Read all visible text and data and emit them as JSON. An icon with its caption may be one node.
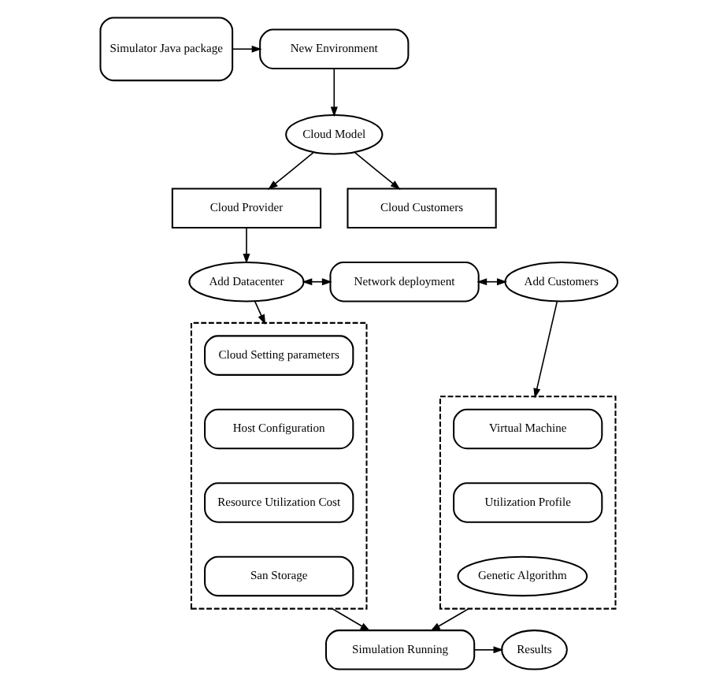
{
  "diagram": {
    "nodes": [
      {
        "text": [
          "Simulator Java package"
        ]
      },
      {
        "text": [
          "New Environment"
        ]
      },
      {
        "text": [
          "Cloud Model"
        ]
      },
      {
        "text": [
          "Cloud Provider"
        ]
      },
      {
        "text": [
          "Cloud Customers"
        ]
      },
      {
        "text": [
          "Add Datacenter"
        ]
      },
      {
        "text": [
          "Network deployment"
        ]
      },
      {
        "text": [
          "Add Customers"
        ]
      },
      {
        "text": [],
        "shape": "box"
      },
      {
        "text": [
          "Cloud Setting parameters"
        ],
        "in": 8
      },
      {
        "text": [
          "Host Configuration"
        ],
        "in": 8
      },
      {
        "text": [
          "Resource Utilization Cost"
        ],
        "in": 8
      },
      {
        "text": [
          "San Storage"
        ],
        "in": 8
      },
      {
        "text": [],
        "shape": "box"
      },
      {
        "text": [
          "Virtual Machine"
        ],
        "in": 13
      },
      {
        "text": [
          "Utilization Profile"
        ],
        "in": 13
      },
      {
        "text": [
          "Genetic Algorithm"
        ],
        "in": 13
      },
      {
        "text": [
          "Simulation Running"
        ]
      },
      {
        "text": [
          "Results"
        ]
      }
    ],
    "edges": [
      {
        "from": 0,
        "to": 1,
        "arrow": "to"
      },
      {
        "from": 1,
        "to": 2,
        "arrow": "to"
      },
      {
        "from": 2,
        "to": 3,
        "arrow": "to"
      },
      {
        "from": 2,
        "to": 4,
        "arrow": "to"
      },
      {
        "from": 3,
        "to": 5,
        "arrow": "to"
      },
      {
        "from": 5,
        "to": 6,
        "arrow": "both"
      },
      {
        "from": 6,
        "to": 7,
        "arrow": "both"
      },
      {
        "from": 5,
        "to": 8,
        "arrow": "to"
      },
      {
        "from": 7,
        "to": 13,
        "arrow": "to"
      },
      {
        "from": 8,
        "to": 17,
        "arrow": "to"
      },
      {
        "from": 13,
        "to": 17,
        "arrow": "to"
      },
      {
        "from": 17,
        "to": 18,
        "arrow": "to"
      }
    ]
  }
}
